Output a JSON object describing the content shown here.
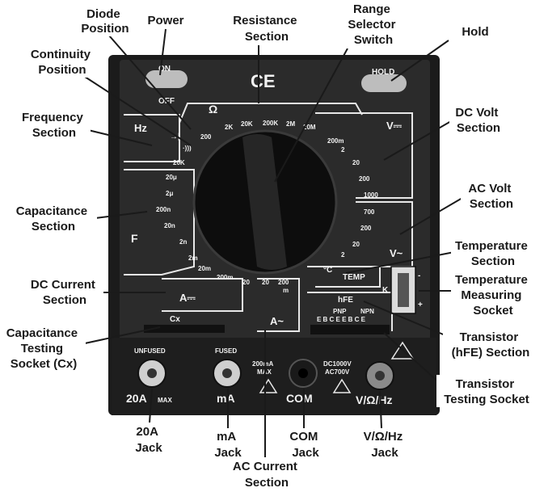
{
  "callouts": {
    "diode": [
      "Diode",
      "Position"
    ],
    "power": [
      "Power"
    ],
    "resistance": [
      "Resistance",
      "Section"
    ],
    "range_selector": [
      "Range",
      "Selector",
      "Switch"
    ],
    "hold": [
      "Hold"
    ],
    "continuity": [
      "Continuity",
      "Position"
    ],
    "frequency": [
      "Frequency",
      "Section"
    ],
    "dc_volt": [
      "DC Volt",
      "Section"
    ],
    "capacitance": [
      "Capacitance",
      "Section"
    ],
    "ac_volt": [
      "AC Volt",
      "Section"
    ],
    "temperature": [
      "Temperature",
      "Section"
    ],
    "temp_socket": [
      "Temperature",
      "Measuring",
      "Socket"
    ],
    "dc_current": [
      "DC Current",
      "Section"
    ],
    "cap_socket": [
      "Capacitance",
      "Testing",
      "Socket (Cx)"
    ],
    "hfe_section": [
      "Transistor",
      "(hFE) Section"
    ],
    "transistor_socket": [
      "Transistor",
      "Testing Socket"
    ],
    "jack_20a": [
      "20A",
      "Jack"
    ],
    "jack_ma": [
      "mA",
      "Jack"
    ],
    "jack_com": [
      "COM",
      "Jack"
    ],
    "jack_v": [
      "V/Ω/Hz",
      "Jack"
    ],
    "ac_current": [
      "AC Current",
      "Section"
    ]
  },
  "panel": {
    "on": "ON",
    "off": "OFF",
    "hold": "HOLD",
    "ce": "CE",
    "ohm": "Ω",
    "hz": "Hz",
    "f": "F",
    "v_dc": "V⎓",
    "v_ac": "V~",
    "a_dc": "A⎓",
    "a_ac": "A~",
    "temp": "TEMP",
    "hfe": "hFE",
    "cx": "Cx",
    "k": "K",
    "plus": "+",
    "minus": "-",
    "degc": "°C",
    "pnp": "PNP",
    "npn": "NPN",
    "ebc": "E B C E E B C E",
    "unfused": "UNFUSED",
    "fused": "FUSED",
    "jack_20a": "20A",
    "max": "MAX",
    "jack_ma": "mA",
    "ma_limit": [
      "200mA",
      "MAX"
    ],
    "jack_com": "COM",
    "v_limit": [
      "DC1000V",
      "AC700V"
    ],
    "jack_v": "V/Ω/Hz",
    "diode_sym": "→|",
    "cont_sym": "·)))"
  },
  "ranges": {
    "ohm": [
      "200",
      "2K",
      "20K",
      "200K",
      "2M",
      "20M"
    ],
    "hz": "20K",
    "cap": [
      "20μ",
      "2μ",
      "200n",
      "20n",
      "2n"
    ],
    "dc_current": [
      "2m",
      "20m",
      "200m",
      "20"
    ],
    "ac_current": [
      "20",
      "200",
      "m"
    ],
    "dc_volt": [
      "200m",
      "2",
      "20",
      "200",
      "1000"
    ],
    "ac_volt": [
      "700",
      "200",
      "20",
      "2"
    ]
  },
  "colors": {
    "panel": "#2b2b2b",
    "panel_edge": "#111111",
    "dial": "#0d0d0d",
    "text": "#1a1a1a"
  }
}
